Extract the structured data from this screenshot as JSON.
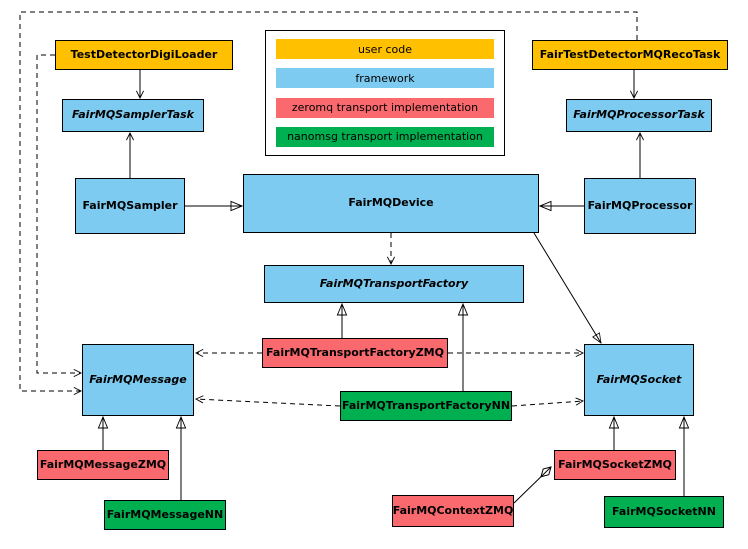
{
  "colors": {
    "user_code": "#FFC000",
    "framework": "#7ECBF1",
    "zeromq": "#F9696E",
    "nanomsg": "#00B050"
  },
  "legend": {
    "items": [
      {
        "label": "user code"
      },
      {
        "label": "framework"
      },
      {
        "label": "zeromq transport implementation"
      },
      {
        "label": "nanomsg transport implementation"
      }
    ]
  },
  "nodes": {
    "test_detector_digi_loader": {
      "label": "TestDetectorDigiLoader"
    },
    "fair_test_detector_mq_reco_task": {
      "label": "FairTestDetectorMQRecoTask"
    },
    "fairmq_sampler_task": {
      "label": "FairMQSamplerTask"
    },
    "fairmq_processor_task": {
      "label": "FairMQProcessorTask"
    },
    "fairmq_sampler": {
      "label": "FairMQSampler"
    },
    "fairmq_device": {
      "label": "FairMQDevice"
    },
    "fairmq_processor": {
      "label": "FairMQProcessor"
    },
    "fairmq_transport_factory": {
      "label": "FairMQTransportFactory"
    },
    "fairmq_transport_factory_zmq": {
      "label": "FairMQTransportFactoryZMQ"
    },
    "fairmq_transport_factory_nn": {
      "label": "FairMQTransportFactoryNN"
    },
    "fairmq_message": {
      "label": "FairMQMessage"
    },
    "fairmq_socket": {
      "label": "FairMQSocket"
    },
    "fairmq_message_zmq": {
      "label": "FairMQMessageZMQ"
    },
    "fairmq_message_nn": {
      "label": "FairMQMessageNN"
    },
    "fairmq_context_zmq": {
      "label": "FairMQContextZMQ"
    },
    "fairmq_socket_zmq": {
      "label": "FairMQSocketZMQ"
    },
    "fairmq_socket_nn": {
      "label": "FairMQSocketNN"
    }
  }
}
